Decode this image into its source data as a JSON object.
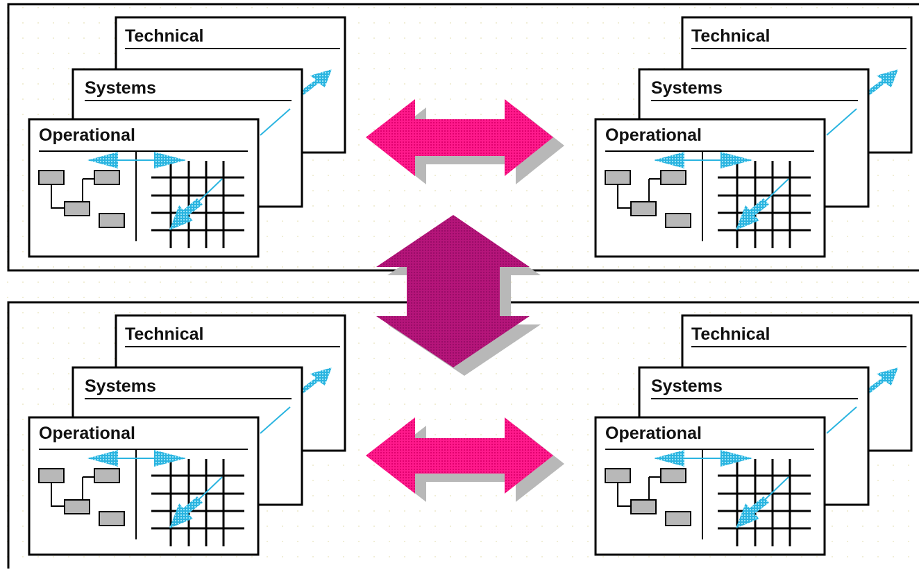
{
  "diagram": {
    "sheet_labels": {
      "technical": "Technical",
      "systems": "Systems",
      "operational": "Operational"
    },
    "clusters": [
      {
        "id": "top-left-architecture"
      },
      {
        "id": "top-right-architecture"
      },
      {
        "id": "bottom-left-architecture"
      },
      {
        "id": "bottom-right-architecture"
      }
    ],
    "colors": {
      "frame_border": "#000000",
      "sheet_fill": "#ffffff",
      "node_fill": "#b8b8b8",
      "cyan_arrow": "#2ab4e0",
      "horizontal_arrow": "#ff1a8c",
      "vertical_arrow": "#b5157a",
      "arrow_shadow": "#b8b8b8",
      "dotted_background": "#f1eed6"
    }
  }
}
